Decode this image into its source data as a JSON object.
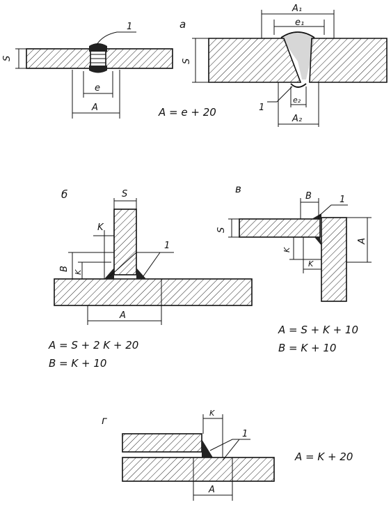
{
  "labels": {
    "a": "а",
    "b": "б",
    "v": "в",
    "g": "г",
    "callout": "1",
    "S": "S",
    "e": "e",
    "e1": "e₁",
    "e2": "e₂",
    "A": "A",
    "A1": "A₁",
    "A2": "A₂",
    "K": "K",
    "B": "B"
  },
  "formulas": {
    "a": "A = e + 20",
    "b_A": "A = S + 2 K + 20",
    "b_B": "B = K + 10",
    "v_A": "A = S + K + 10",
    "v_B": "B = K + 10",
    "g": "A = K + 20"
  }
}
